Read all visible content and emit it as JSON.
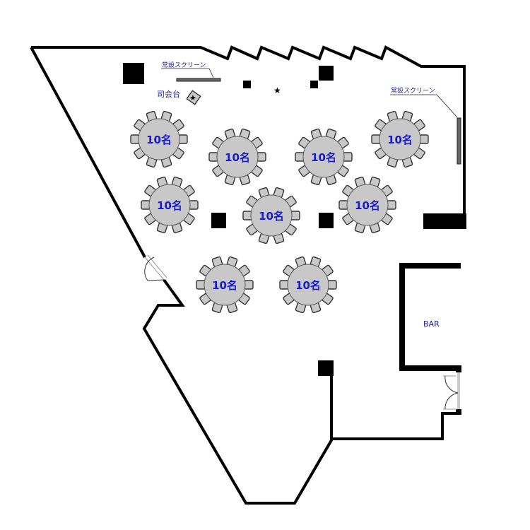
{
  "labels": {
    "screen_left": "常設スクリーン",
    "screen_right": "常設スクリーン",
    "podium": "司会台",
    "bar": "BAR",
    "star_symbol": "★"
  },
  "tables": [
    {
      "id": "t1",
      "label": "10名",
      "seats": 10
    },
    {
      "id": "t2",
      "label": "10名",
      "seats": 10
    },
    {
      "id": "t3",
      "label": "10名",
      "seats": 10
    },
    {
      "id": "t4",
      "label": "10名",
      "seats": 10
    },
    {
      "id": "t5",
      "label": "10名",
      "seats": 10
    },
    {
      "id": "t6",
      "label": "10名",
      "seats": 10
    },
    {
      "id": "t7",
      "label": "10名",
      "seats": 10
    },
    {
      "id": "t8",
      "label": "10名",
      "seats": 10
    },
    {
      "id": "t9",
      "label": "10名",
      "seats": 10
    }
  ],
  "colors": {
    "table_fill": "#c8c8c8",
    "label_blue": "#1a1acc",
    "wall": "#000000"
  }
}
